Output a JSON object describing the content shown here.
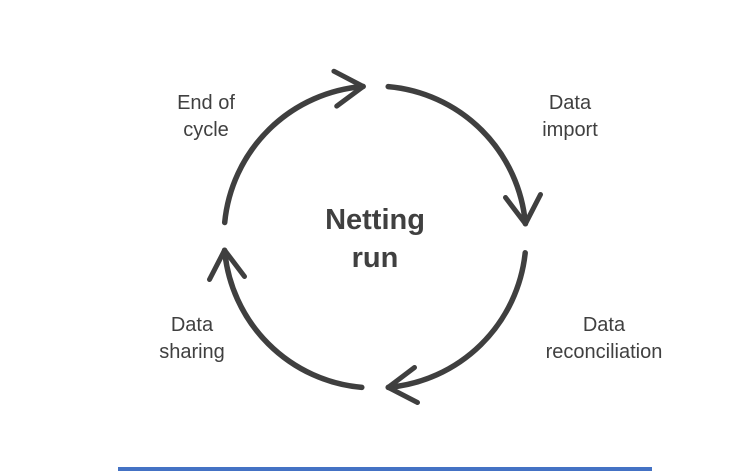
{
  "diagram": {
    "title": "Netting run",
    "title_lines": [
      "Netting",
      "run"
    ],
    "direction": "clockwise",
    "steps": [
      {
        "label": "End of cycle",
        "lines": [
          "End of",
          "cycle"
        ],
        "position": "top-left"
      },
      {
        "label": "Data import",
        "lines": [
          "Data",
          "import"
        ],
        "position": "top-right"
      },
      {
        "label": "Data reconciliation",
        "lines": [
          "Data",
          "reconciliation"
        ],
        "position": "bottom-right"
      },
      {
        "label": "Data sharing",
        "lines": [
          "Data",
          "sharing"
        ],
        "position": "bottom-left"
      }
    ],
    "colors": {
      "arrow": "#3f3f3f",
      "text": "#404040",
      "background": "#ffffff",
      "accent_bar": "#4472c4"
    }
  }
}
